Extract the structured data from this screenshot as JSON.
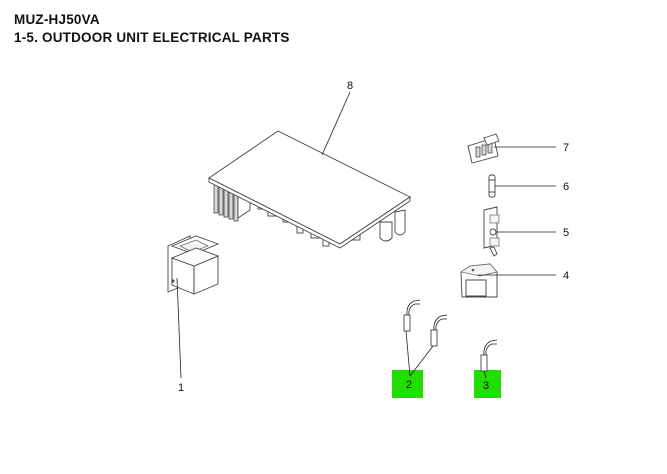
{
  "header": {
    "model": "MUZ-HJ50VA",
    "section": "1-5. OUTDOOR UNIT ELECTRICAL PARTS"
  },
  "parts": [
    {
      "ref": "1",
      "name": "reactor",
      "highlighted": false
    },
    {
      "ref": "2",
      "name": "thermistor-pair",
      "highlighted": true
    },
    {
      "ref": "3",
      "name": "thermistor",
      "highlighted": true
    },
    {
      "ref": "4",
      "name": "cover",
      "highlighted": false
    },
    {
      "ref": "5",
      "name": "fuse-holder",
      "highlighted": false
    },
    {
      "ref": "6",
      "name": "fuse",
      "highlighted": false
    },
    {
      "ref": "7",
      "name": "terminal-block",
      "highlighted": false
    },
    {
      "ref": "8",
      "name": "pcb",
      "highlighted": false
    }
  ],
  "highlight_color": "#22dd00"
}
